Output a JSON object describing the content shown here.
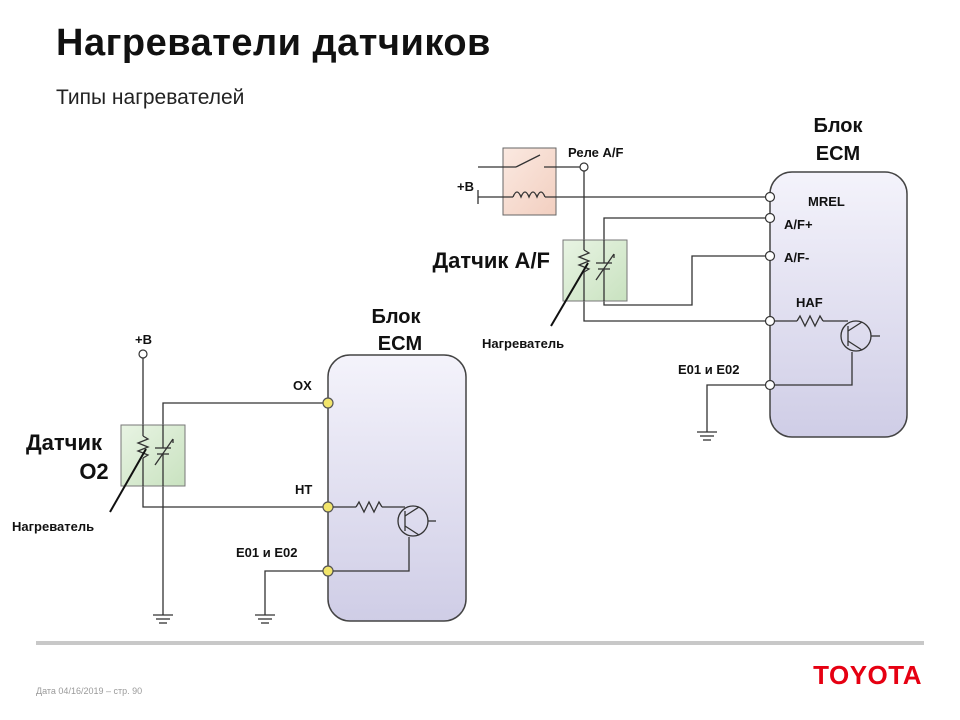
{
  "slide": {
    "title": "Нагреватели датчиков",
    "subtitle": "Типы нагревателей",
    "footer": "Дата 04/16/2019 – стр.  90",
    "logo": "TOYOTA"
  },
  "diagram_af": {
    "ecm_label_line1": "Блок",
    "ecm_label_line2": "ECM",
    "relay_label": "Реле A/F",
    "supply_label": "+B",
    "sensor_label": "Датчик A/F",
    "heater_label": "Нагреватель",
    "pins": {
      "mrel": "MREL",
      "af_plus": "A/F+",
      "af_minus": "A/F-",
      "haf": "HAF",
      "ground": "E01 и E02"
    }
  },
  "diagram_o2": {
    "ecm_label_line1": "Блок",
    "ecm_label_line2": "ECM",
    "supply_label": "+B",
    "sensor_label_line1": "Датчик",
    "sensor_label_line2": "O2",
    "heater_label": "Нагреватель",
    "pins": {
      "ox": "OX",
      "ht": "HT",
      "ground": "E01 и E02"
    }
  },
  "colors": {
    "ecm_fill_top": "#f4f3fb",
    "ecm_fill_bottom": "#cfcde6",
    "sensor_fill": "#d9ecd3",
    "relay_fill": "#f7ddd2",
    "terminal_fill": "#f2e56b",
    "logo_red": "#e60012"
  }
}
